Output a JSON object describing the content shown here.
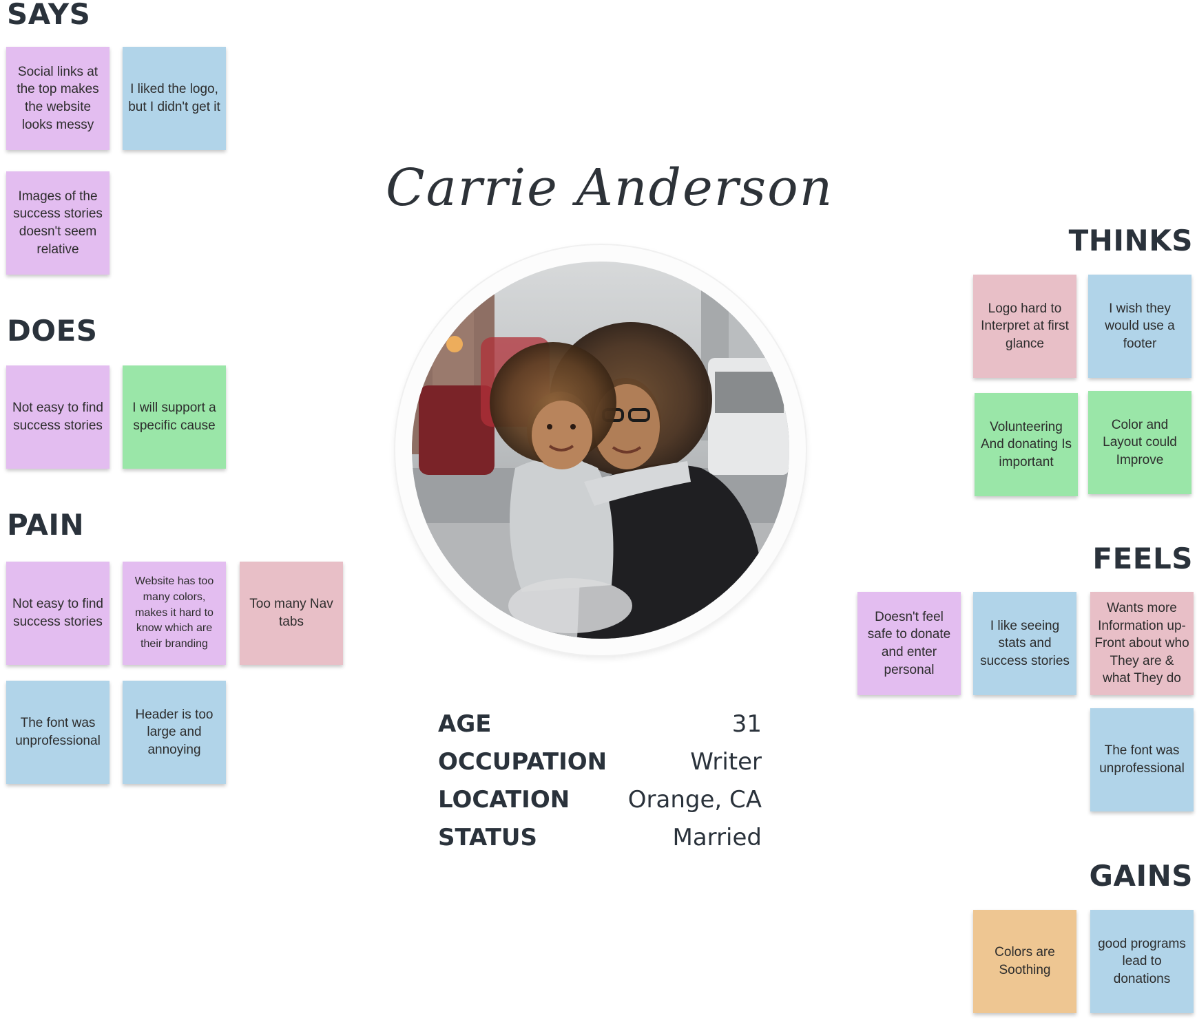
{
  "persona": {
    "name": "Carrie Anderson",
    "details": [
      {
        "label": "AGE",
        "value": "31"
      },
      {
        "label": "OCCUPATION",
        "value": "Writer"
      },
      {
        "label": "LOCATION",
        "value": "Orange, CA"
      },
      {
        "label": "STATUS",
        "value": "Married"
      }
    ]
  },
  "sections": {
    "says": {
      "heading": "SAYS",
      "notes": [
        {
          "text": "Social links at the top makes the website looks messy",
          "color": "#e3bdf0"
        },
        {
          "text": "I liked the logo, but I didn't get it",
          "color": "#b1d4e9"
        },
        {
          "text": "Images of the success stories doesn't seem relative",
          "color": "#e3bdf0"
        }
      ]
    },
    "does": {
      "heading": "DOES",
      "notes": [
        {
          "text": "Not easy to find success stories",
          "color": "#e3bdf0"
        },
        {
          "text": "I will support a specific cause",
          "color": "#9ae6a8"
        }
      ]
    },
    "pain": {
      "heading": "PAIN",
      "notes": [
        {
          "text": "Not easy to find success stories",
          "color": "#e3bdf0"
        },
        {
          "text": "Website has too many colors, makes it hard to know which are their branding",
          "color": "#e3bdf0"
        },
        {
          "text": "Too many Nav tabs",
          "color": "#e8bfc7"
        },
        {
          "text": "The font was unprofessional",
          "color": "#b1d4e9"
        },
        {
          "text": "Header is too large and annoying",
          "color": "#b1d4e9"
        }
      ]
    },
    "thinks": {
      "heading": "THINKS",
      "notes": [
        {
          "text": "Logo hard to Interpret at first glance",
          "color": "#e8bfc7"
        },
        {
          "text": "I wish they would use a footer",
          "color": "#b1d4e9"
        },
        {
          "text": "Volunteering And donating Is important",
          "color": "#9ae6a8"
        },
        {
          "text": "Color and Layout could Improve",
          "color": "#9ae6a8"
        }
      ]
    },
    "feels": {
      "heading": "FEELS",
      "notes": [
        {
          "text": "Doesn't feel safe to donate and enter personal",
          "color": "#e3bdf0"
        },
        {
          "text": "I like seeing stats and success stories",
          "color": "#b1d4e9"
        },
        {
          "text": "Wants more Information up-Front about who They are & what They do",
          "color": "#e8bfc7"
        },
        {
          "text": "The font was unprofessional",
          "color": "#b1d4e9"
        }
      ]
    },
    "gains": {
      "heading": "GAINS",
      "notes": [
        {
          "text": "Colors are Soothing",
          "color": "#eec692"
        },
        {
          "text": "good programs lead to donations",
          "color": "#b1d4e9"
        }
      ]
    }
  }
}
